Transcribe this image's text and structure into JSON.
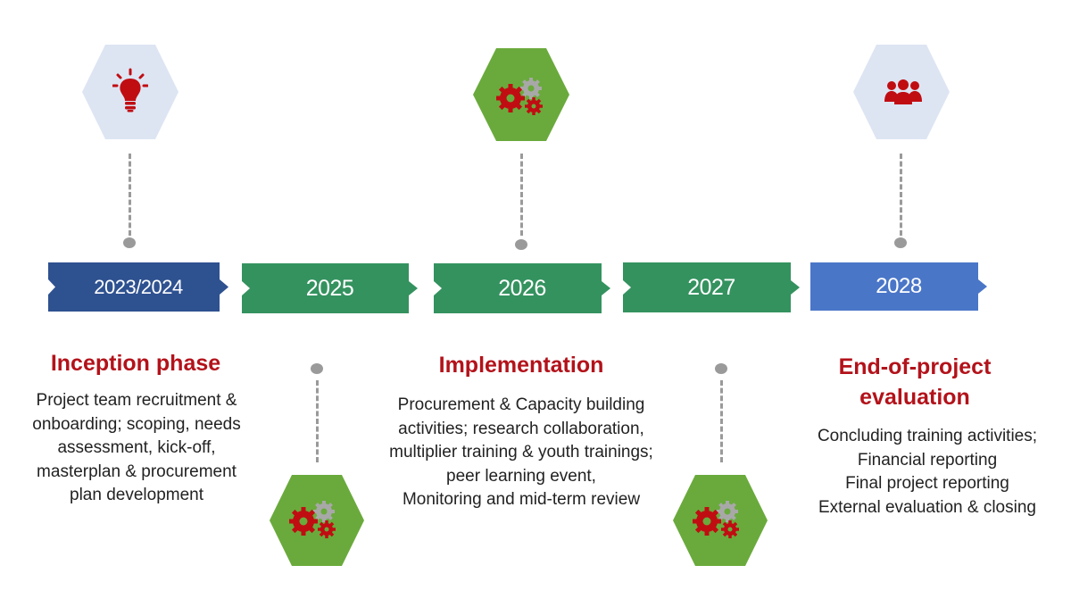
{
  "timeline": [
    {
      "year": "2023/2024",
      "color": "#2e5190"
    },
    {
      "year": "2025",
      "color": "#34925f"
    },
    {
      "year": "2026",
      "color": "#34925f"
    },
    {
      "year": "2027",
      "color": "#34925f"
    },
    {
      "year": "2028",
      "color": "#4a76c8"
    }
  ],
  "phases": [
    {
      "title": "Inception phase",
      "description": [
        "Project team recruitment &",
        "onboarding; scoping, needs",
        "assessment, kick-off,",
        "masterplan & procurement",
        "plan development"
      ],
      "icon": "lightbulb-icon"
    },
    {
      "title": "Implementation",
      "description": [
        "Procurement & Capacity building",
        "activities; research collaboration,",
        "multiplier training  & youth trainings;",
        "peer learning event,",
        "Monitoring and mid-term review"
      ],
      "icon": "gears-icon"
    },
    {
      "title_lines": [
        "End-of-project",
        "evaluation"
      ],
      "description": [
        "Concluding training activities;",
        "Financial reporting",
        "Final project reporting",
        "External evaluation & closing"
      ],
      "icon": "people-group-icon"
    }
  ],
  "colors": {
    "accent_red": "#b3121a",
    "hex_light": "#dde5f3",
    "hex_green": "#6aaa3c",
    "connector_gray": "#9a9a9a"
  }
}
